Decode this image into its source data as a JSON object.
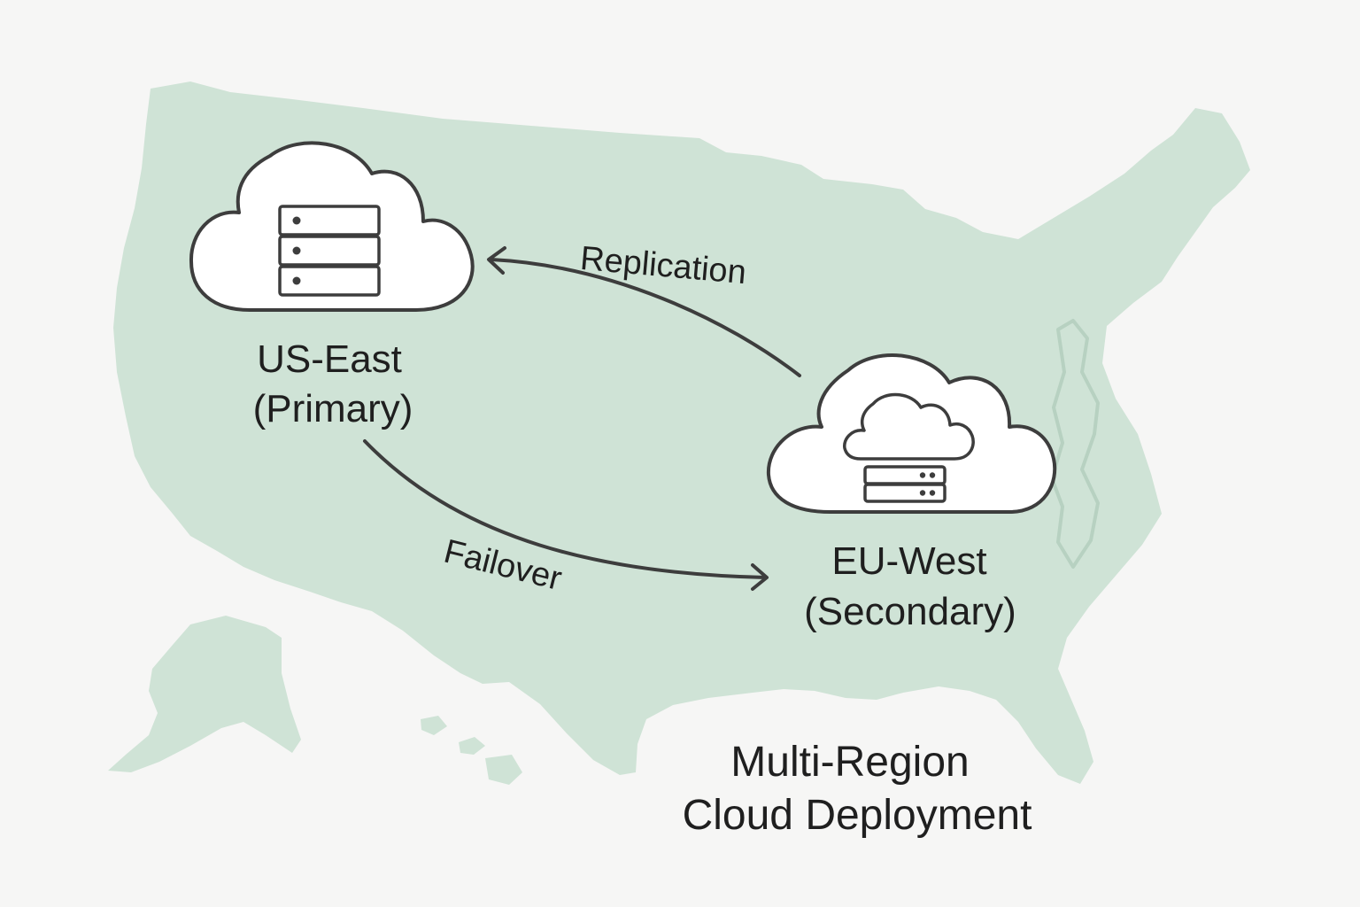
{
  "title": {
    "line1": "Multi-Region",
    "line2": "Cloud Deployment"
  },
  "regions": {
    "primary": {
      "name": "US-East",
      "role": "(Primary)",
      "icon": "cloud-server-rack-icon"
    },
    "secondary": {
      "name": "EU-West",
      "role": "(Secondary)",
      "icon": "cloud-with-server-icon"
    }
  },
  "flows": {
    "replication": {
      "label": "Replication",
      "from": "EU-West",
      "to": "US-East"
    },
    "failover": {
      "label": "Failover",
      "from": "US-East",
      "to": "EU-West"
    }
  },
  "colors": {
    "background": "#f6f6f5",
    "map_fill": "#cfe3d6",
    "stroke": "#3d3d3d",
    "text": "#1f1f1f"
  }
}
